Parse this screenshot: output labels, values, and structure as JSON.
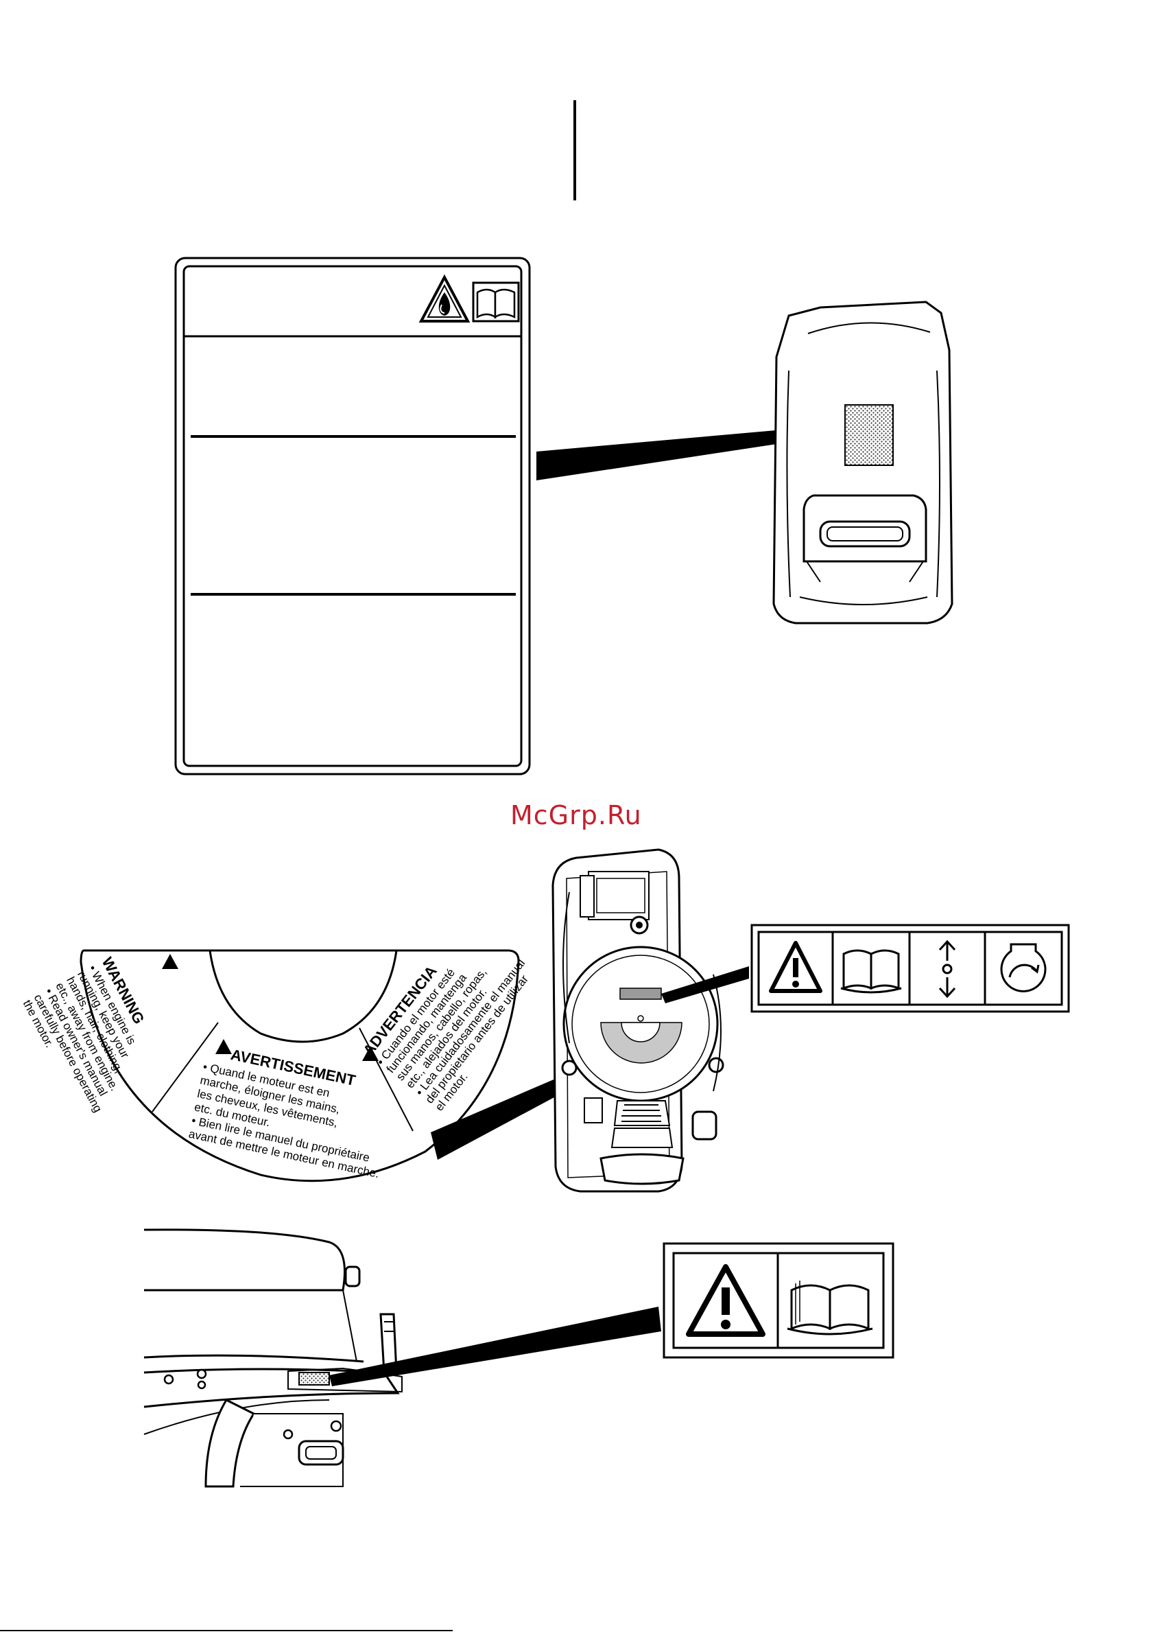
{
  "page": {
    "watermark": "McGrp.Ru"
  },
  "colors": {
    "ink": "#000000",
    "paper": "#ffffff",
    "watermark": "#c3202e",
    "decal_gray": "#9a9a9a",
    "decal_light_gray": "#c8c8c8"
  },
  "icons": {
    "fire_warning": "fire-warning-triangle-icon",
    "manual": "owner-manual-book-icon",
    "warning": "exclamation-warning-triangle-icon",
    "choke": "up-down-arrow-icon",
    "start": "rotation-start-icon"
  },
  "arc_label": {
    "warning": {
      "title": "WARNING",
      "lines": [
        "• When engine is",
        "running, keep your",
        "hands, hair, clothing,",
        "etc., away from engine.",
        "• Read owner's manual",
        "carefully before operating",
        "the motor."
      ]
    },
    "avertissement": {
      "title": "AVERTISSEMENT",
      "lines": [
        "• Quand le moteur est en",
        "marche, éloigner les mains,",
        "les cheveux, les vêtements,",
        "etc. du moteur.",
        "• Bien lire le manuel du propriétaire",
        "avant de mettre le moteur en marche."
      ]
    },
    "advertencia": {
      "title": "ADVERTENCIA",
      "lines": [
        "• Cuando el motor esté",
        "funcionando, mantenga",
        "sus manos, cabello, ropas,",
        "etc., alejados del motor.",
        "• Lea cuidadosamente el manual",
        "del propietario antes de utilizar",
        "el motor."
      ]
    }
  }
}
